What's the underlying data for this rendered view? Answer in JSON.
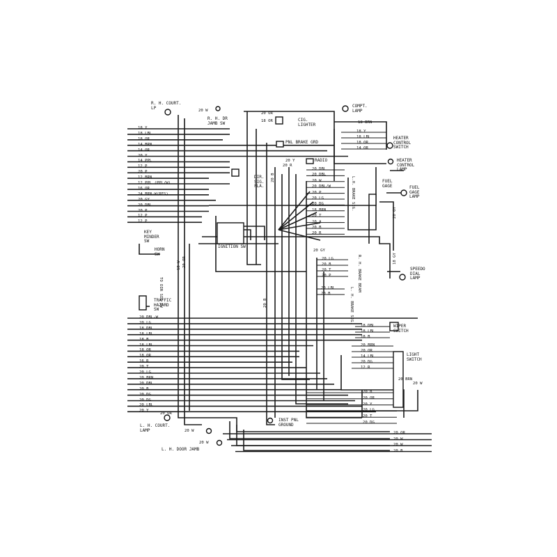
{
  "left_wires": [
    "18 Y",
    "18 LBL",
    "18 OR",
    "14 BRN",
    "14 OR",
    "20 Y",
    "14 PPL",
    "12 P",
    "20 P",
    "12 BRN",
    "12 PPL (PPL/W)",
    "16 OR",
    "24 BRN-W(RES)",
    "20 GY",
    "20 DBL",
    "20 P",
    "12 P",
    "12 P"
  ],
  "left_wires_lower": [
    "20 DBL-W",
    "20 LG",
    "18 DBL",
    "18 LBL",
    "18 B",
    "18 LBL",
    "18 OR",
    "18 OR",
    "16 R",
    "20 T",
    "20 LG",
    "20 BRN",
    "20 DBL",
    "20 B",
    "20 DG",
    "20 DG",
    "20 LBL",
    "20 Y"
  ],
  "right_wires": [
    "20 OR",
    "20 W",
    "20 W",
    "20 B"
  ],
  "center_wires": [
    "20 DBL",
    "20 DBL",
    "20 W",
    "20 DBL/W",
    "20 P",
    "20 LG",
    "20 DG",
    "18 BRN",
    "20 T",
    "20 A",
    "20 B",
    "20 R"
  ],
  "brake_wires": [
    "20 LG",
    "20 B",
    "20 T",
    "20 P"
  ],
  "lbrake_wires": [
    "20 LBL",
    "20 B"
  ],
  "wiper_wires": [
    "18 DBL",
    "18 LBL",
    "18 B"
  ],
  "light_wires": [
    "20 BRN",
    "20 OR",
    "14 LBL",
    "20 DG",
    "12 R"
  ],
  "light_lower_wires": [
    "20 B",
    "20 OR",
    "20 Y",
    "20 LG",
    "20 T",
    "20 DG"
  ],
  "heater_wires": [
    "18 Y",
    "18 LBL",
    "18 OR",
    "14 OR"
  ],
  "components": {
    "rh_court": "R. H. COURT.\nLP",
    "rh_dr_jamb": "R. H. DR\nJAMB SW",
    "cig_lighter": "CIG.\nLIGHTER",
    "compt_lamp": "COMPT.\nLAMP",
    "heater_control_switch": "HEATER\nCONTROL\nSWITCH",
    "heater_control_lamp": "HEATER\nCONTROL\nLAMP",
    "fuel_gage": "FUEL\nGAGE",
    "fuel_gage_lamp": "FUEL\nGAGE\nLAMP",
    "pnl_brake_grd": "PNL BRAKE GRD",
    "radio": "RADIO",
    "dir_sig_fla": "DIR.\nSIG.\nFLA.",
    "ignition_sw": "IGNITION SW",
    "key_minder": "KEY\nMINDER\nSW",
    "horn": "HORN\nSW",
    "traffic_hazard": "TRAFFIC\nHAZARD\nSW",
    "to_dir_sig_sw": "TO DIR SIG SW",
    "speedo_lamp": "SPEEDO\nDIAL\nLAMP",
    "brake_beam": "R. H. BRAKE\nBEAM",
    "lh_brake_sig": "L. H. BRAKE\nSIG.",
    "lh_sig": "L.H. BRAKE SIG.",
    "wiper_switch": "WIPER\nSWITCH",
    "light_switch": "LIGHT\nSWITCH",
    "inst_pnl_ground": "INST PNL\nGROUND",
    "lh_court_lamp": "L. H. COURT.\nLAMP",
    "lh_door_jamb": "L. H. DOOR JAMB"
  },
  "misc_labels": {
    "w_top": "20 W",
    "or_top": "20 OR",
    "or_cig": "18 OR",
    "brn_top": "18 BRN",
    "y_radio": "20 Y",
    "r_radio": "20 R",
    "gy_mid": "20 GY",
    "gy_right": "20 GY",
    "gy_lower": "18 GY",
    "b_vert": "20 B",
    "or_vert": "20 OR",
    "w_vert": "18 W",
    "b_vert2": "20 B",
    "or_lhcourt": "20 OR",
    "w_lhcourt": "20 W",
    "w_door": "20 W",
    "w_ls": "20 W",
    "brn_ls": "20 BRN"
  }
}
